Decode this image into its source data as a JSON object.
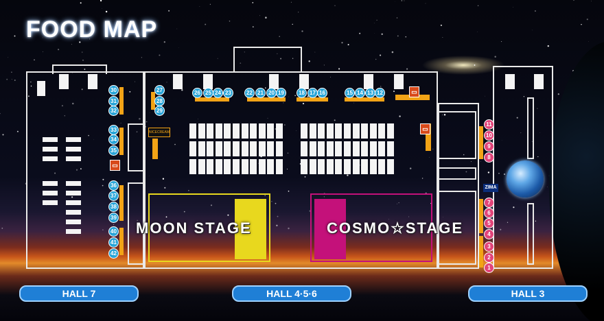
{
  "title": "FOOD MAP",
  "stages": {
    "moon": {
      "label": "MOON STAGE",
      "color": "#e8d81e"
    },
    "cosmo": {
      "label": "COSMO☆STAGE",
      "color": "#c4117a"
    }
  },
  "halls": [
    "HALL 7",
    "HALL 4·5·6",
    "HALL 3"
  ],
  "booths_blue": [
    "42",
    "41",
    "40",
    "39",
    "38",
    "37",
    "36",
    "35",
    "34",
    "33",
    "32",
    "31",
    "30",
    "29",
    "28",
    "27",
    "26",
    "25",
    "24",
    "23",
    "22",
    "21",
    "20",
    "19",
    "18",
    "17",
    "16",
    "15",
    "14",
    "13",
    "12"
  ],
  "booths_pink": [
    "1",
    "2",
    "3",
    "4",
    "5",
    "6",
    "7",
    "8",
    "9",
    "10",
    "11"
  ],
  "sponsor": {
    "zima": "ZIMA",
    "badge": "NICECREAM"
  },
  "colors": {
    "blue_booth": "#29a5d8",
    "pink_booth": "#e2447a",
    "hall_bar": "#1f7fd6",
    "strip": "#f2a316"
  }
}
